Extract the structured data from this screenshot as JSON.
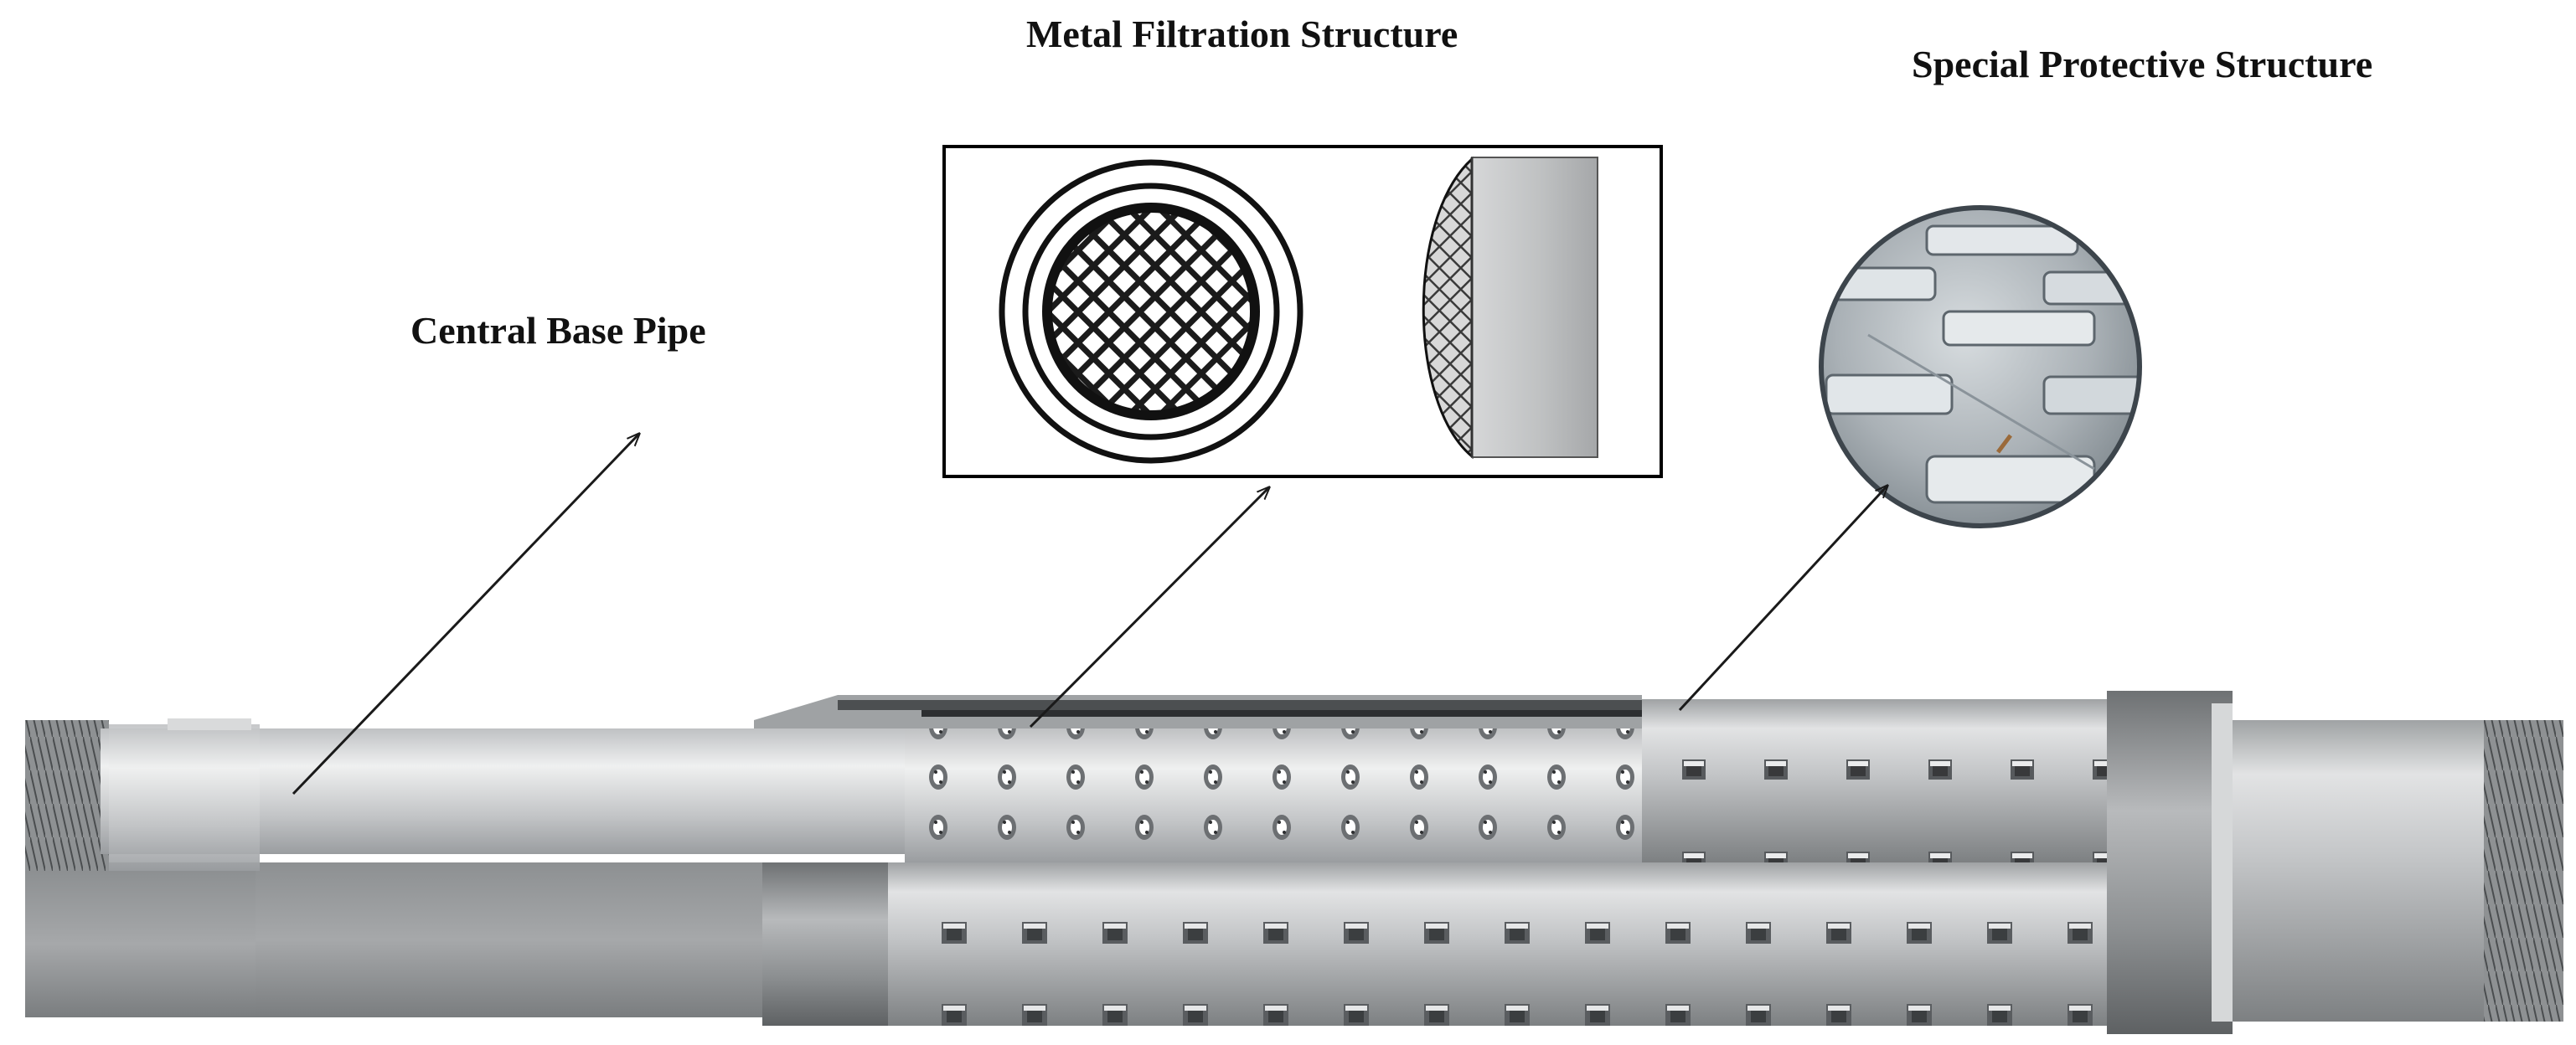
{
  "labels": {
    "metal_filtration": "Metal Filtration Structure",
    "special_protective": "Special Protective Structure",
    "central_base_pipe": "Central Base Pipe"
  },
  "colors": {
    "pipe_light": "#c9cbcc",
    "pipe_mid": "#a9abad",
    "pipe_dark": "#6f7274",
    "mesh_dark": "#1b1b1b",
    "arrow": "#1a1a1a",
    "inset_border": "#000000"
  }
}
